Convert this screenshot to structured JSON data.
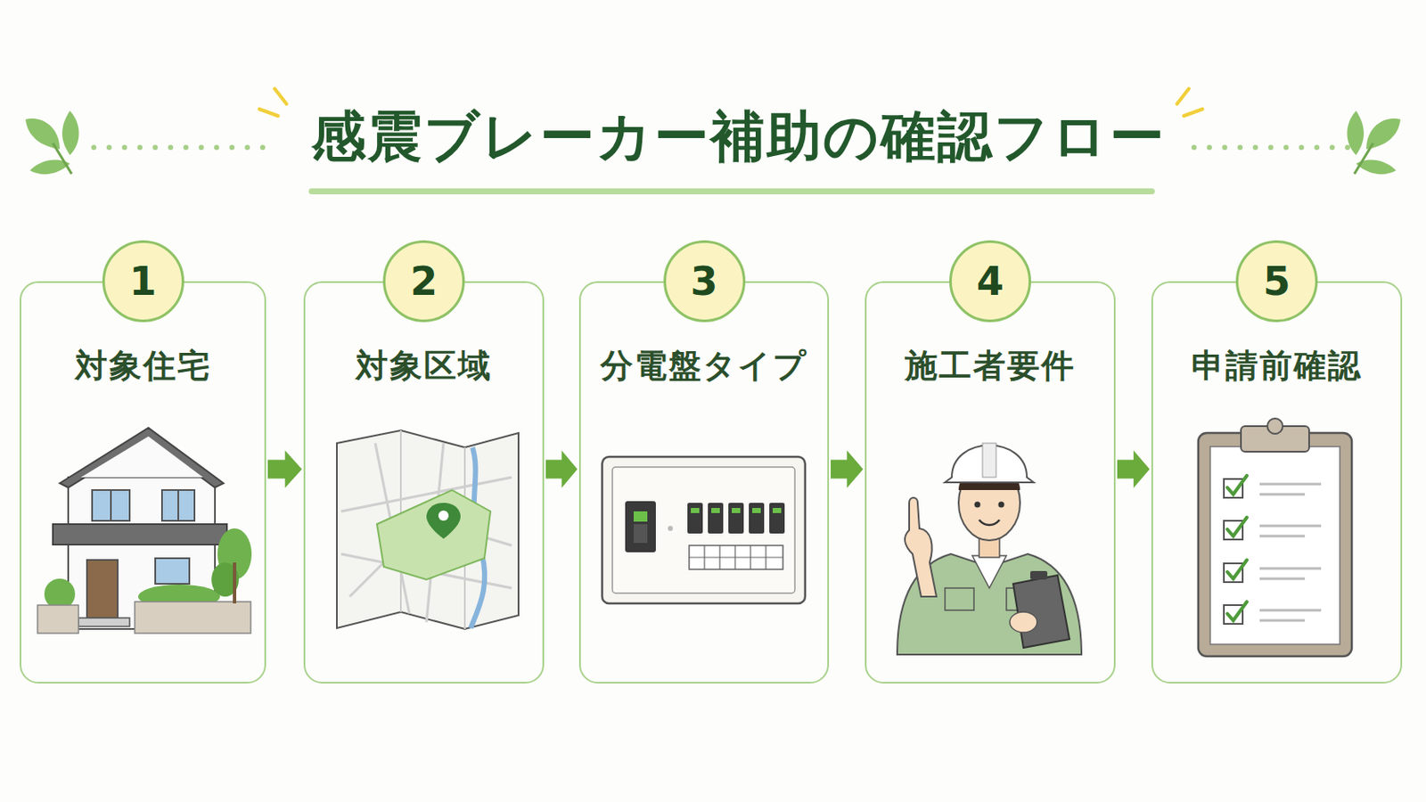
{
  "diagram": {
    "title": "感震ブレーカー補助の確認フロー",
    "nodes": [
      {
        "text": [
          "対象住宅"
        ]
      },
      {
        "text": [
          "1"
        ],
        "in": 0
      },
      {
        "text": [
          "対象区域"
        ]
      },
      {
        "text": [
          "2"
        ],
        "in": 2
      },
      {
        "text": [
          "分電盤タイプ"
        ]
      },
      {
        "text": [
          "3"
        ],
        "in": 4
      },
      {
        "text": [
          "施工者要件"
        ]
      },
      {
        "text": [
          "4"
        ],
        "in": 6
      },
      {
        "text": [
          "申請前確認"
        ]
      },
      {
        "text": [
          "5"
        ],
        "in": 8
      }
    ],
    "edges": [
      {
        "from": 0,
        "to": 2,
        "arrow": "to"
      },
      {
        "from": 2,
        "to": 4,
        "arrow": "to"
      },
      {
        "from": 4,
        "to": 6,
        "arrow": "to"
      },
      {
        "from": 6,
        "to": 8,
        "arrow": "to"
      }
    ]
  }
}
